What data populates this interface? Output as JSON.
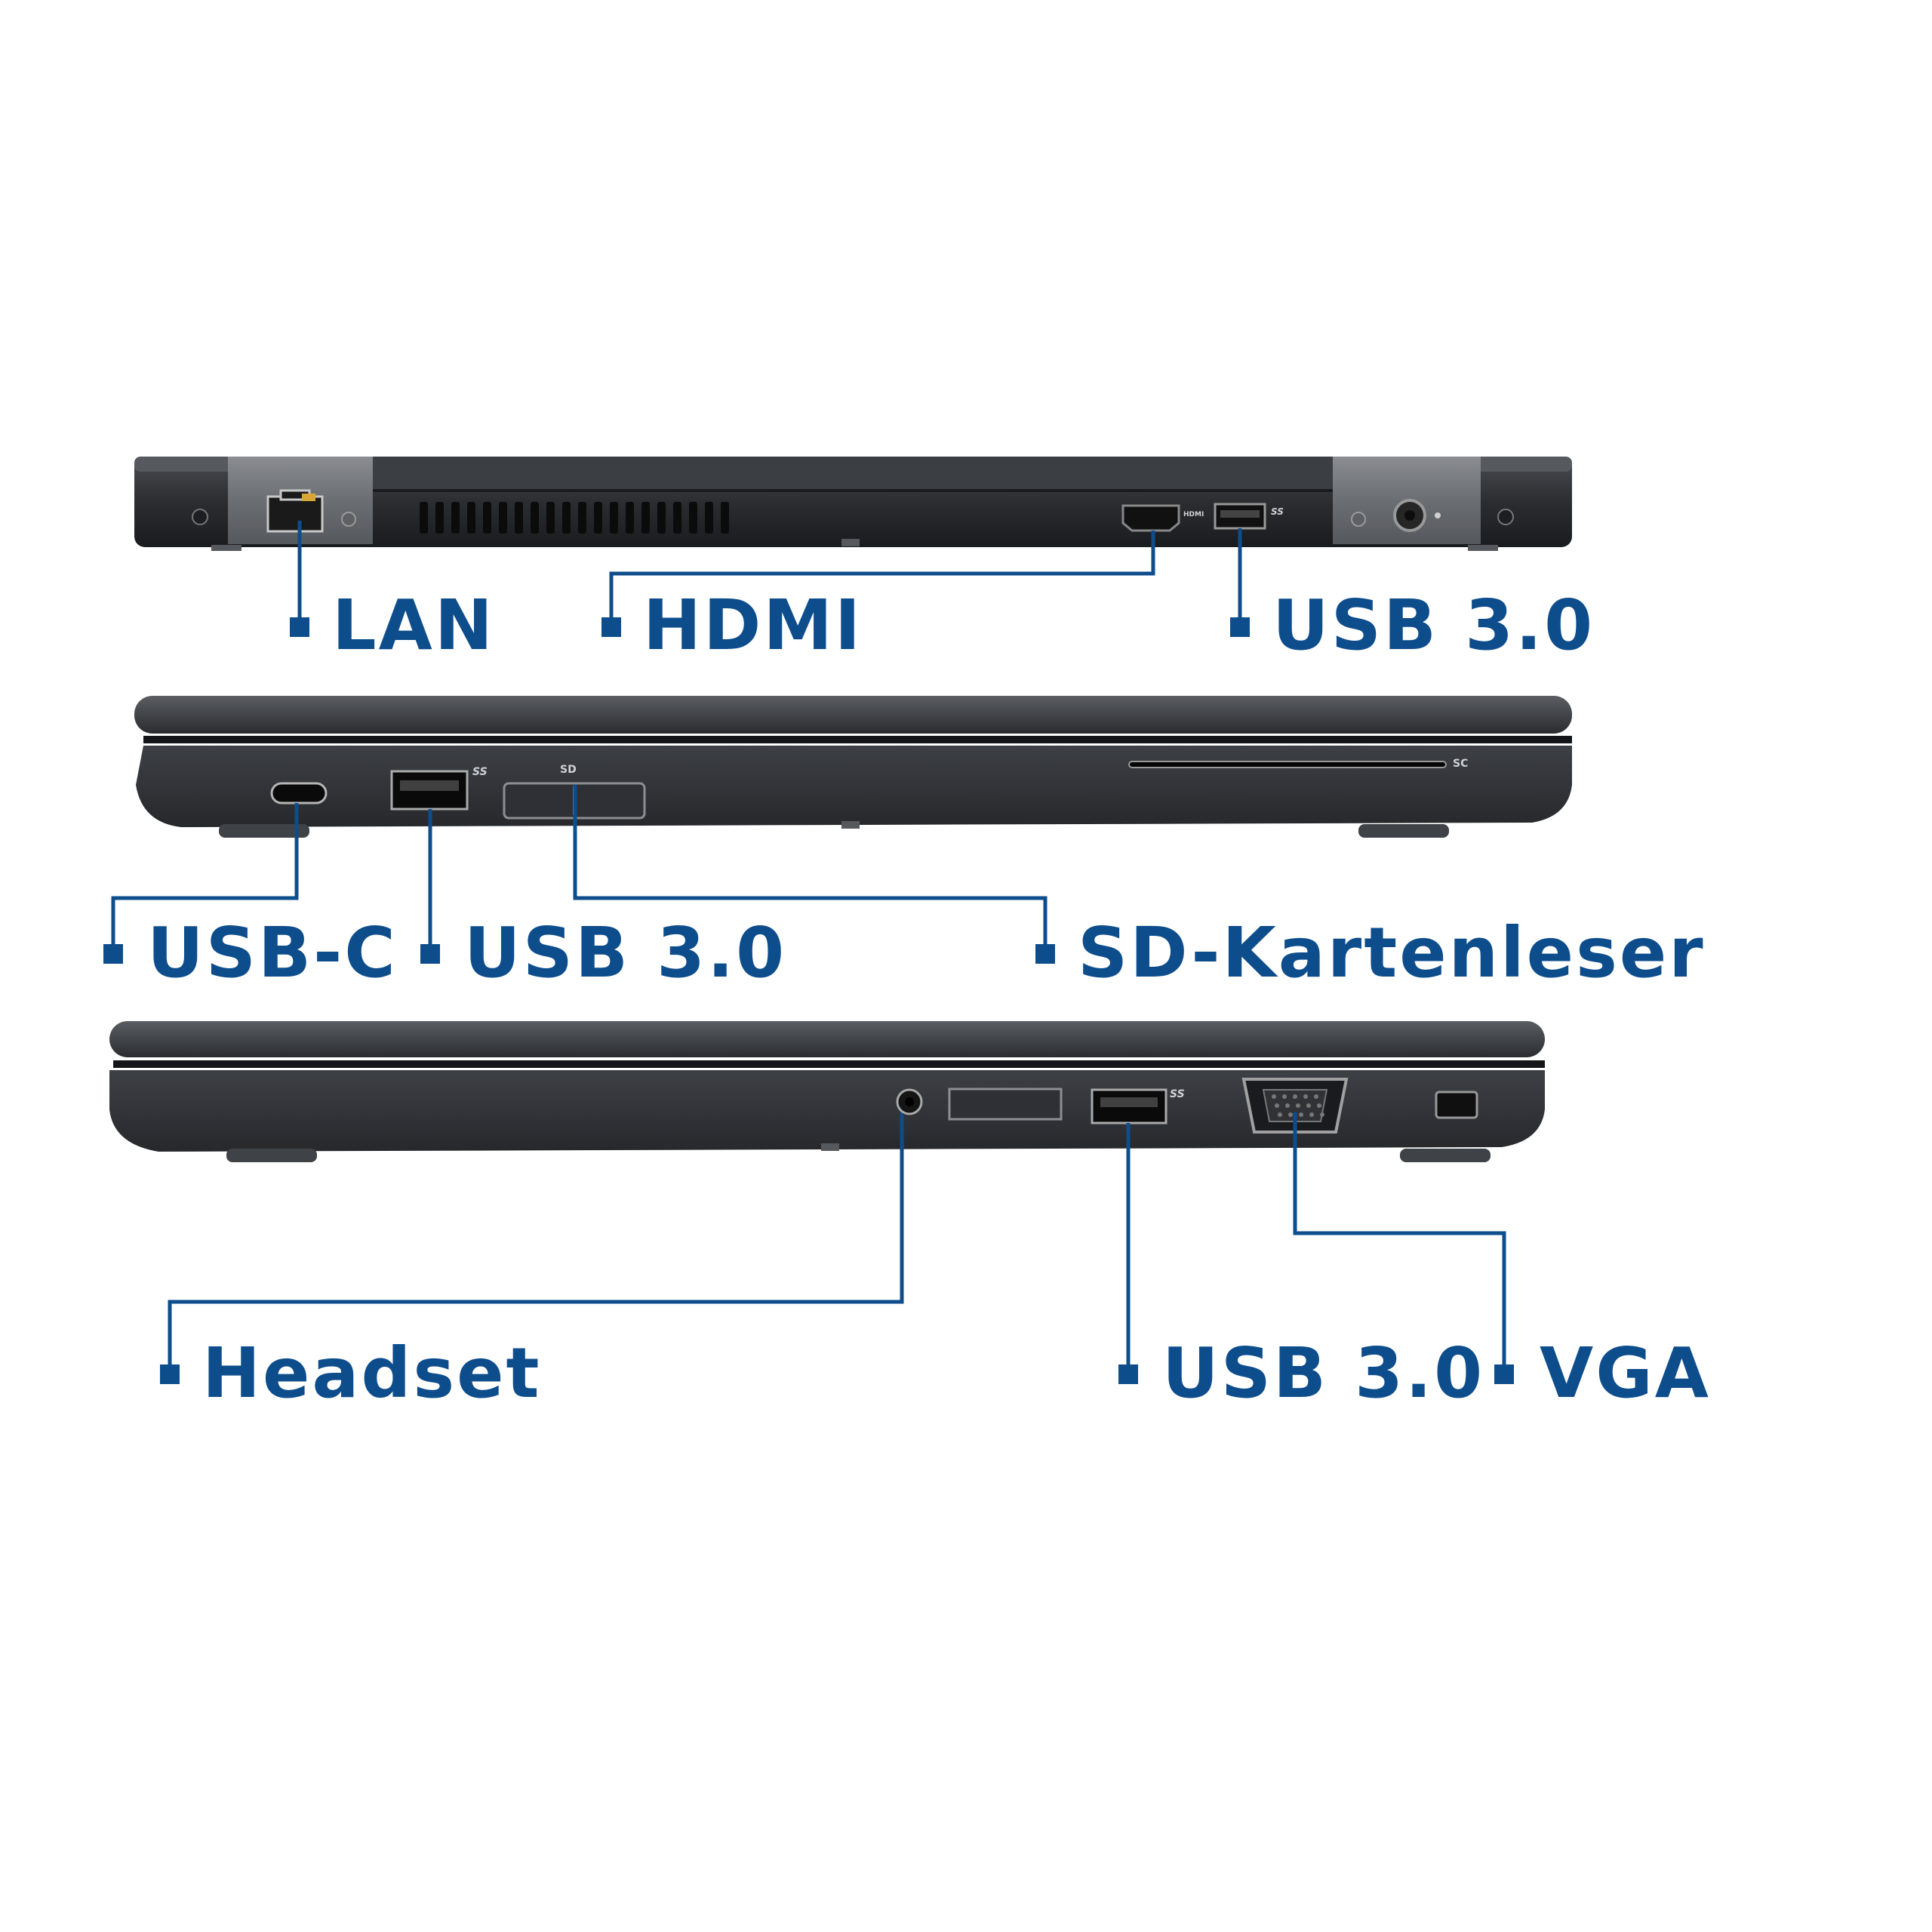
{
  "accent_color": "#0e4d8c",
  "views": [
    {
      "id": "rear",
      "callouts": [
        {
          "label": "LAN"
        },
        {
          "label": "HDMI"
        },
        {
          "label": "USB 3.0"
        }
      ]
    },
    {
      "id": "left-side",
      "callouts": [
        {
          "label": "USB-C"
        },
        {
          "label": "USB 3.0"
        },
        {
          "label": "SD-Kartenleser"
        }
      ]
    },
    {
      "id": "right-side",
      "callouts": [
        {
          "label": "Headset"
        },
        {
          "label": "USB 3.0"
        },
        {
          "label": "VGA"
        }
      ]
    }
  ],
  "port_markings": {
    "hdmi": "HDMI",
    "usb_ss": "SS",
    "sd": "SD",
    "smart_card": "SC"
  }
}
